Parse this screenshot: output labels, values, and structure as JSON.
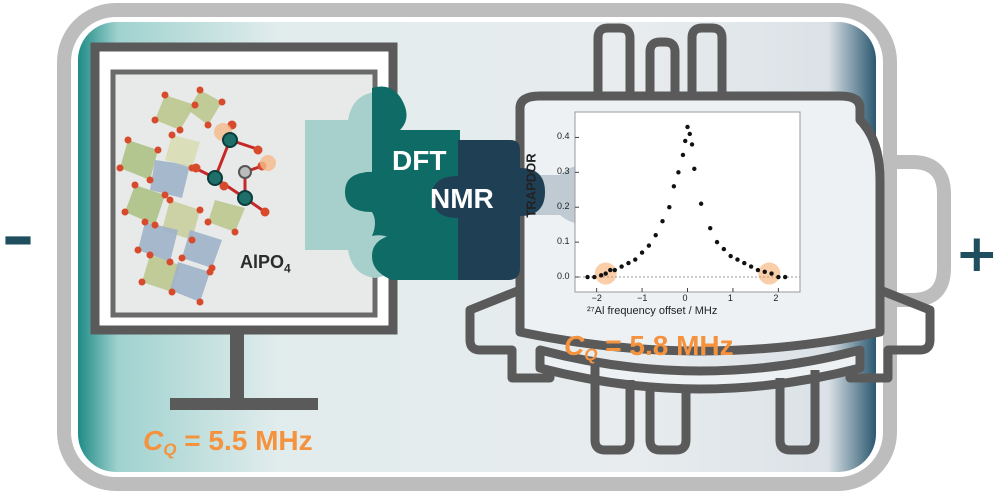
{
  "signs": {
    "minus": "–",
    "plus": "+"
  },
  "labels": {
    "cq_left": {
      "symbol": "C",
      "subscript": "Q",
      "value": " = 5.5 MHz"
    },
    "cq_right": {
      "symbol": "C",
      "subscript": "Q",
      "value": " = 5.8 MHz"
    },
    "material": "AlPO",
    "material_sub": "4",
    "puzzle_left": "DFT",
    "puzzle_right": "NMR"
  },
  "colors": {
    "accent_orange": "#f5923e",
    "teal_dark": "#0f6b66",
    "navy": "#1f3f55",
    "outline_gray": "#7a7a7a",
    "frame_gray": "#bdbdbd"
  },
  "chart_data": {
    "type": "scatter",
    "xlabel": "²⁷Al frequency offset / MHz",
    "ylabel": "TRAPDOR",
    "xlim": [
      -2.3,
      2.3
    ],
    "ylim": [
      -0.02,
      0.45
    ],
    "x_ticks": [
      -2,
      -1,
      0,
      1,
      2
    ],
    "y_ticks": [
      0.0,
      0.1,
      0.2,
      0.3,
      0.4
    ],
    "x_tick_labels": [
      "−2",
      "−1",
      "0",
      "1",
      "2"
    ],
    "y_tick_labels": [
      "0.0",
      "0.1",
      "0.2",
      "0.3",
      "0.4"
    ],
    "x": [
      -2.2,
      -2.05,
      -1.9,
      -1.8,
      -1.7,
      -1.6,
      -1.45,
      -1.3,
      -1.15,
      -1.0,
      -0.85,
      -0.7,
      -0.55,
      -0.4,
      -0.3,
      -0.2,
      -0.1,
      -0.05,
      0.0,
      0.05,
      0.1,
      0.15,
      0.3,
      0.5,
      0.65,
      0.8,
      0.95,
      1.1,
      1.25,
      1.4,
      1.55,
      1.7,
      1.85,
      2.0,
      2.15
    ],
    "y": [
      0.0,
      0.0,
      0.005,
      0.01,
      0.02,
      0.02,
      0.03,
      0.04,
      0.05,
      0.07,
      0.09,
      0.12,
      0.16,
      0.2,
      0.26,
      0.3,
      0.35,
      0.39,
      0.43,
      0.41,
      0.38,
      0.31,
      0.21,
      0.14,
      0.1,
      0.08,
      0.06,
      0.05,
      0.04,
      0.03,
      0.02,
      0.015,
      0.01,
      0.0,
      0.0
    ],
    "highlights": [
      {
        "x": -1.8,
        "y": 0.01
      },
      {
        "x": 1.8,
        "y": 0.01
      }
    ]
  }
}
